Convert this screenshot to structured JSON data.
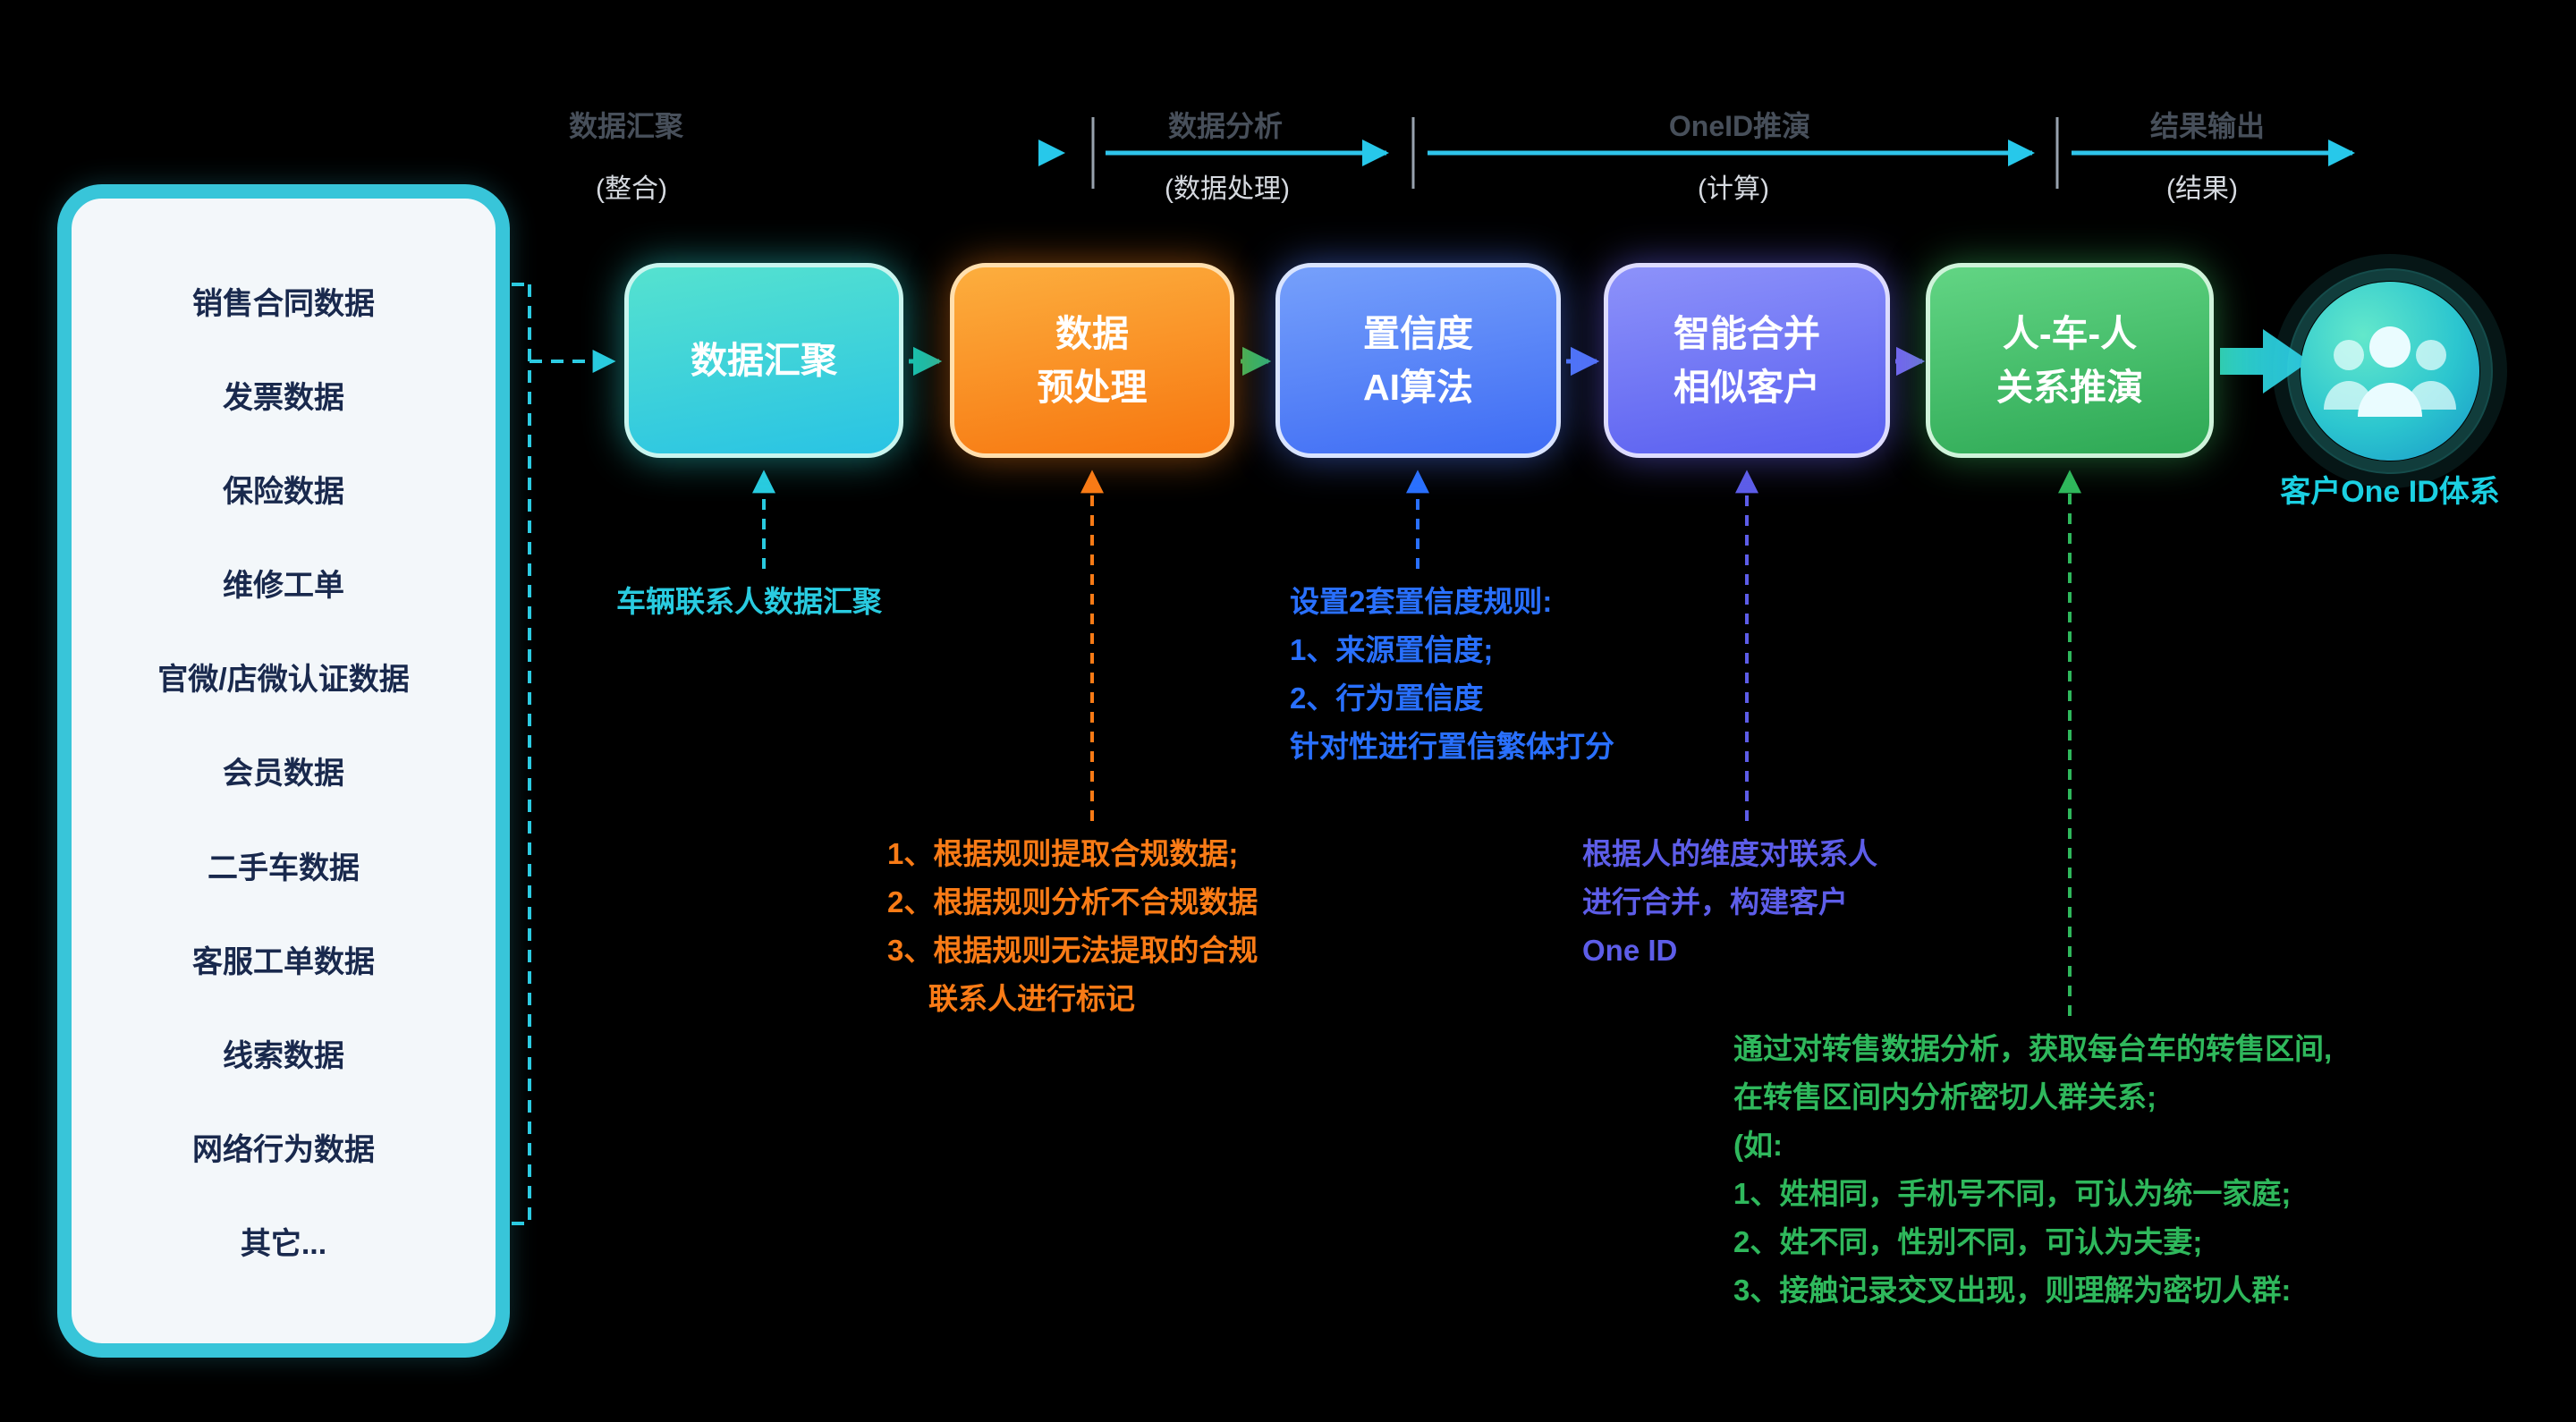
{
  "colors": {
    "background": "#000000",
    "phase_line_start": "#2563eb",
    "phase_line_end": "#22d3ee",
    "phase_title": "#474f5a",
    "phase_subtitle": "#d6dae0",
    "panel_border": "#38c5d9",
    "panel_bg": "#f3f7fa",
    "panel_text": "#19294d",
    "step_aggregate": "#2cc9d8",
    "step_preprocess": "#f9821c",
    "step_confidence": "#4f74f8",
    "step_merge": "#6a6cf5",
    "step_relation": "#3cba62",
    "note_aggregation": "#29cbe0",
    "note_preprocess": "#f97b16",
    "note_confidence": "#2970ff",
    "note_merge": "#5d5de8",
    "note_relation": "#2fb85c",
    "result_label": "#1bd0e2"
  },
  "phases": [
    {
      "title": "数据汇聚",
      "subtitle": "(整合)"
    },
    {
      "title": "数据分析",
      "subtitle": "(数据处理)"
    },
    {
      "title": "OneID推演",
      "subtitle": "(计算)"
    },
    {
      "title": "结果输出",
      "subtitle": "(结果)"
    }
  ],
  "sources": [
    "销售合同数据",
    "发票数据",
    "保险数据",
    "维修工单",
    "官微/店微认证数据",
    "会员数据",
    "二手车数据",
    "客服工单数据",
    "线索数据",
    "网络行为数据",
    "其它..."
  ],
  "steps": [
    {
      "lines": [
        "数据汇聚"
      ]
    },
    {
      "lines": [
        "数据",
        "预处理"
      ]
    },
    {
      "lines": [
        "置信度",
        "AI算法"
      ]
    },
    {
      "lines": [
        "智能合并",
        "相似客户"
      ]
    },
    {
      "lines": [
        "人-车-人",
        "关系推演"
      ]
    }
  ],
  "notes": {
    "aggregation": {
      "lines": [
        "车辆联系人数据汇聚"
      ]
    },
    "preprocess": {
      "lines": [
        "1、根据规则提取合规数据;",
        "2、根据规则分析不合规数据",
        "3、根据规则无法提取的合规",
        "联系人进行标记"
      ]
    },
    "confidence": {
      "lines": [
        "设置2套置信度规则:",
        "1、来源置信度;",
        "2、行为置信度",
        "针对性进行置信繁体打分"
      ]
    },
    "merge": {
      "lines": [
        "根据人的维度对联系人",
        "进行合并，构建客户",
        "One ID"
      ]
    },
    "relation": {
      "lines": [
        "通过对转售数据分析，获取每台车的转售区间,",
        "在转售区间内分析密切人群关系;",
        "(如:",
        "1、姓相同，手机号不同，可认为统一家庭;",
        "2、姓不同，性别不同，可认为夫妻;",
        "3、接触记录交叉出现，则理解为密切人群:"
      ]
    }
  },
  "result": {
    "label": "客户One ID体系"
  }
}
